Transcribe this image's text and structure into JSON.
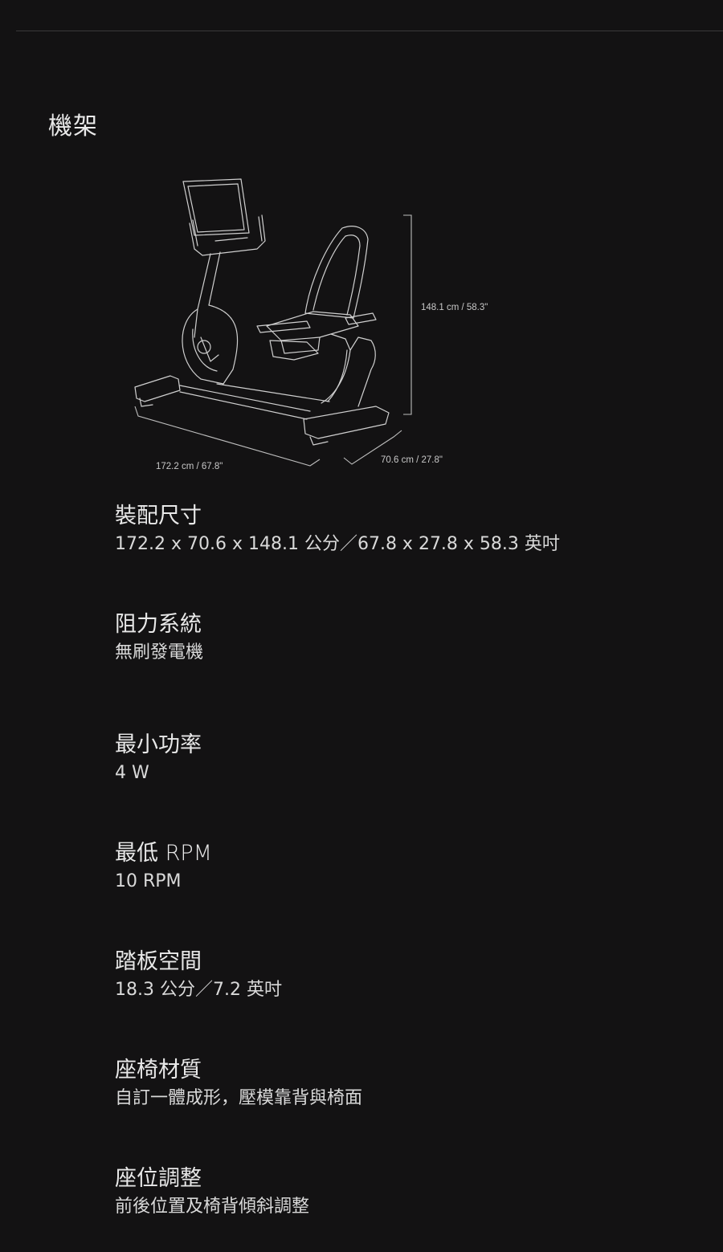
{
  "section": {
    "title": "機架"
  },
  "diagram": {
    "height_label": "148.1 cm / 58.3\"",
    "length_label": "172.2 cm / 67.8\"",
    "width_label": "70.6 cm / 27.8\""
  },
  "specs": [
    {
      "label": "裝配尺寸",
      "value": "172.2 x 70.6 x 148.1 公分／67.8 x 27.8 x 58.3 英吋"
    },
    {
      "label": "阻力系統",
      "value": "無刷發電機"
    },
    {
      "label": "最小功率",
      "value": "4 W"
    },
    {
      "label": "最低 RPM",
      "value": "10 RPM"
    },
    {
      "label": "踏板空間",
      "value": "18.3 公分／7.2 英吋"
    },
    {
      "label": "座椅材質",
      "value": "自訂一體成形，壓模靠背與椅面"
    },
    {
      "label": "座位調整",
      "value": "前後位置及椅背傾斜調整"
    }
  ],
  "colors": {
    "background": "#131213",
    "line": "#cfcfcf",
    "text": "#e6e6e6"
  }
}
